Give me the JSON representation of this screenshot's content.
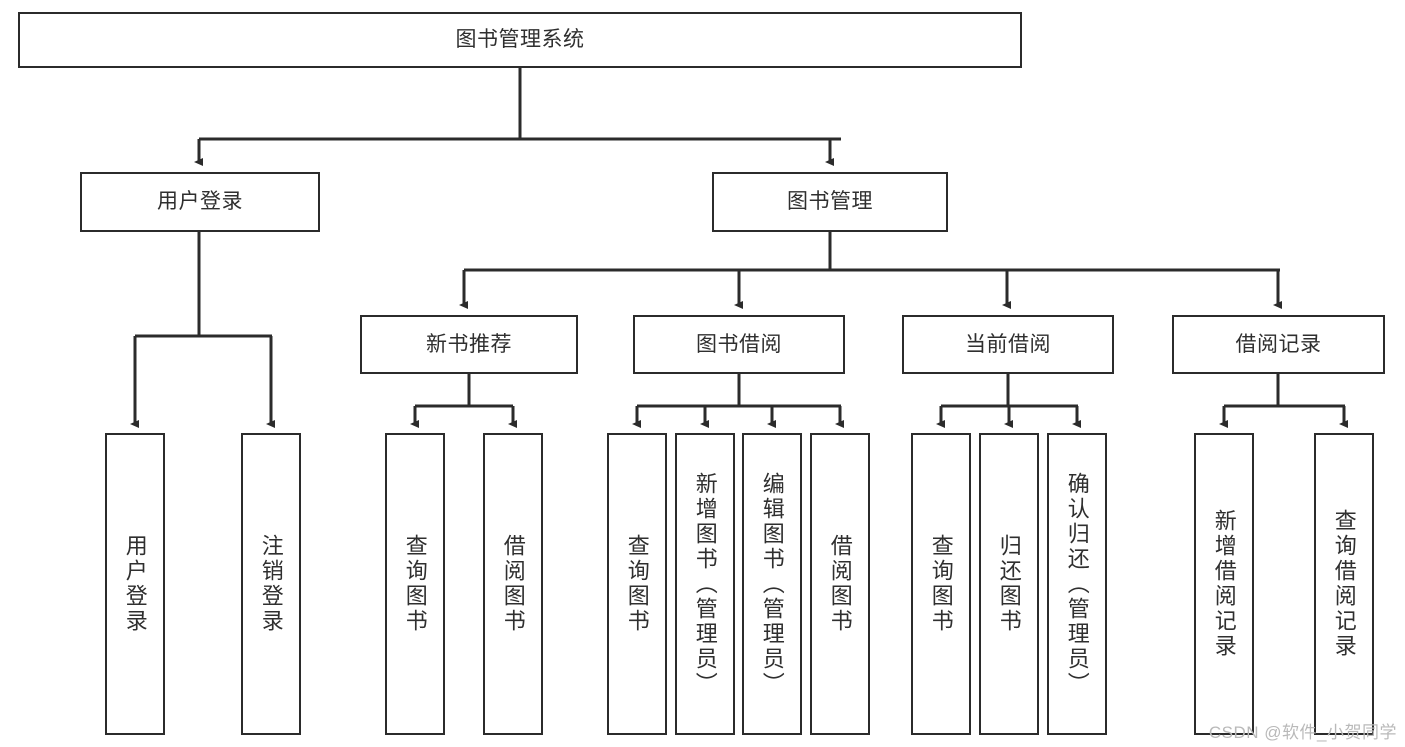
{
  "diagram": {
    "title": "图书管理系统",
    "type": "tree-hierarchy",
    "root": {
      "label": "图书管理系统"
    },
    "level1": [
      {
        "label": "用户登录"
      },
      {
        "label": "图书管理"
      }
    ],
    "level2": [
      {
        "label": "新书推荐"
      },
      {
        "label": "图书借阅"
      },
      {
        "label": "当前借阅"
      },
      {
        "label": "借阅记录"
      }
    ],
    "leaves": {
      "user_login": [
        {
          "label": "用户登录"
        },
        {
          "label": "注销登录"
        }
      ],
      "new_book_recommend": [
        {
          "label": "查询图书"
        },
        {
          "label": "借阅图书"
        }
      ],
      "book_borrow": [
        {
          "label": "查询图书"
        },
        {
          "label": "新增图书（管理员）"
        },
        {
          "label": "编辑图书（管理员）"
        },
        {
          "label": "借阅图书"
        }
      ],
      "current_borrow": [
        {
          "label": "查询图书"
        },
        {
          "label": "归还图书"
        },
        {
          "label": "确认归还（管理员）"
        }
      ],
      "borrow_record": [
        {
          "label": "新增借阅记录"
        },
        {
          "label": "查询借阅记录"
        }
      ]
    }
  },
  "watermark": {
    "text": "CSDN @软件_小贺同学"
  },
  "colors": {
    "stroke": "#2b2b2b",
    "text": "#2f2f2f",
    "background": "#ffffff",
    "watermark": "#b9b9b9"
  }
}
